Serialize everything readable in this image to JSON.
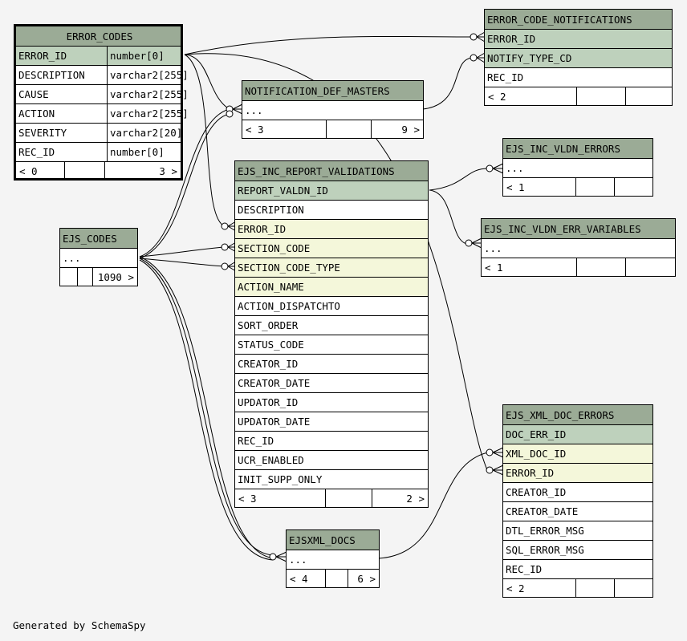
{
  "footer_text": "Generated by SchemaSpy",
  "colors": {
    "header": "#9bab96",
    "primary_key": "#bed1bc",
    "foreign_key": "#f4f7da",
    "background": "#f4f4f4"
  },
  "tables": {
    "error_codes": {
      "name": "ERROR_CODES",
      "columns": [
        {
          "name": "ERROR_ID",
          "type": "number[0]"
        },
        {
          "name": "DESCRIPTION",
          "type": "varchar2[255]"
        },
        {
          "name": "CAUSE",
          "type": "varchar2[255]"
        },
        {
          "name": "ACTION",
          "type": "varchar2[255]"
        },
        {
          "name": "SEVERITY",
          "type": "varchar2[20]"
        },
        {
          "name": "REC_ID",
          "type": "number[0]"
        }
      ],
      "footer": {
        "left": "< 0",
        "right": "3 >"
      }
    },
    "error_code_notifications": {
      "name": "ERROR_CODE_NOTIFICATIONS",
      "columns": [
        "ERROR_ID",
        "NOTIFY_TYPE_CD",
        "REC_ID"
      ],
      "footer": {
        "left": "< 2",
        "right": ""
      }
    },
    "notification_def_masters": {
      "name": "NOTIFICATION_DEF_MASTERS",
      "columns": [
        "..."
      ],
      "footer": {
        "left": "< 3",
        "right": "9 >"
      }
    },
    "ejs_inc_vldn_errors": {
      "name": "EJS_INC_VLDN_ERRORS",
      "columns": [
        "..."
      ],
      "footer": {
        "left": "< 1",
        "right": ""
      }
    },
    "ejs_inc_report_validations": {
      "name": "EJS_INC_REPORT_VALIDATIONS",
      "columns": [
        "REPORT_VALDN_ID",
        "DESCRIPTION",
        "ERROR_ID",
        "SECTION_CODE",
        "SECTION_CODE_TYPE",
        "ACTION_NAME",
        "ACTION_DISPATCHTO",
        "SORT_ORDER",
        "STATUS_CODE",
        "CREATOR_ID",
        "CREATOR_DATE",
        "UPDATOR_ID",
        "UPDATOR_DATE",
        "REC_ID",
        "UCR_ENABLED",
        "INIT_SUPP_ONLY"
      ],
      "footer": {
        "left": "< 3",
        "right": "2 >"
      }
    },
    "ejs_inc_vldn_err_variables": {
      "name": "EJS_INC_VLDN_ERR_VARIABLES",
      "columns": [
        "..."
      ],
      "footer": {
        "left": "< 1",
        "right": ""
      }
    },
    "ejs_codes": {
      "name": "EJS_CODES",
      "columns": [
        "..."
      ],
      "footer": {
        "left": "",
        "right": "1090 >"
      }
    },
    "ejs_xml_doc_errors": {
      "name": "EJS_XML_DOC_ERRORS",
      "columns": [
        "DOC_ERR_ID",
        "XML_DOC_ID",
        "ERROR_ID",
        "CREATOR_ID",
        "CREATOR_DATE",
        "DTL_ERROR_MSG",
        "SQL_ERROR_MSG",
        "REC_ID"
      ],
      "footer": {
        "left": "< 2",
        "right": ""
      }
    },
    "ejsxml_docs": {
      "name": "EJSXML_DOCS",
      "columns": [
        "..."
      ],
      "footer": {
        "left": "< 4",
        "right": "6 >"
      }
    }
  }
}
